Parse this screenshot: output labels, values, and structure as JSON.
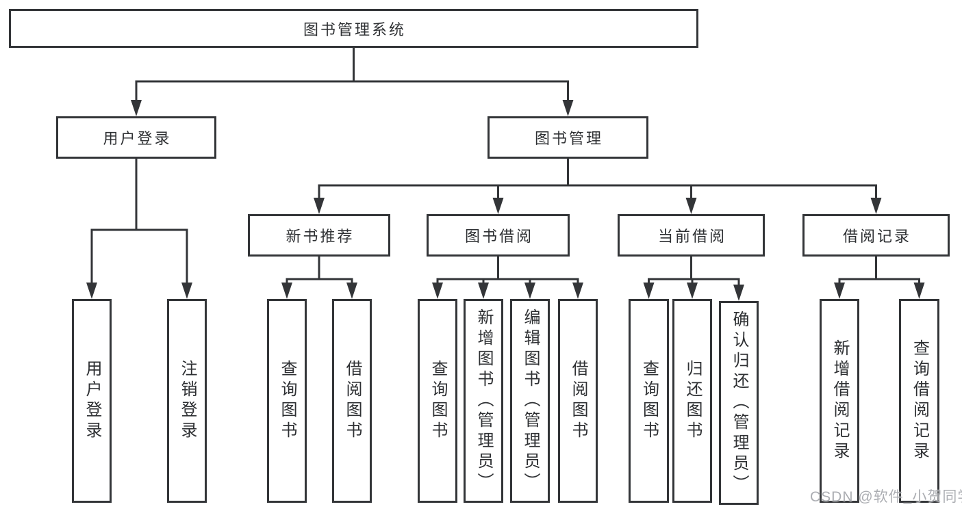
{
  "diagram_type": "hierarchy-tree",
  "tree": {
    "label": "图书管理系统",
    "children": [
      {
        "label": "用户登录",
        "children": [
          {
            "label": "用户登录"
          },
          {
            "label": "注销登录"
          }
        ]
      },
      {
        "label": "图书管理",
        "children": [
          {
            "label": "新书推荐",
            "children": [
              {
                "label": "查询图书"
              },
              {
                "label": "借阅图书"
              }
            ]
          },
          {
            "label": "图书借阅",
            "children": [
              {
                "label": "查询图书"
              },
              {
                "label": "新增图书（管理员）"
              },
              {
                "label": "编辑图书（管理员）"
              },
              {
                "label": "借阅图书"
              }
            ]
          },
          {
            "label": "当前借阅",
            "children": [
              {
                "label": "查询图书"
              },
              {
                "label": "归还图书"
              },
              {
                "label": "确认归还（管理员）"
              }
            ]
          },
          {
            "label": "借阅记录",
            "children": [
              {
                "label": "新增借阅记录"
              },
              {
                "label": "查询借阅记录"
              }
            ]
          }
        ]
      }
    ]
  },
  "watermark": {
    "text": "CSDN @软件_小贺同学"
  },
  "colors": {
    "line": "#333538",
    "text": "#2e3033",
    "box_background": "#ffffff",
    "page_background": "#ffffff",
    "watermark": "#a7a9ae"
  }
}
